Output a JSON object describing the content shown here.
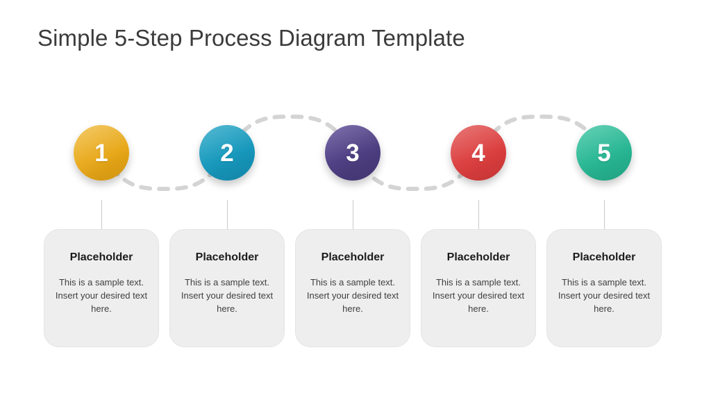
{
  "slide": {
    "title": "Simple 5-Step Process Diagram Template",
    "background_color": "#ffffff"
  },
  "connector": {
    "style": "dashed-wave",
    "color": "#d4d4d4",
    "dash_pattern": "13 13",
    "stroke_width": 6
  },
  "steps": [
    {
      "number": "1",
      "color": "#e6a515",
      "color_light": "#f0bb3d",
      "heading": "Placeholder",
      "body": "This is a sample text. Insert your desired text here."
    },
    {
      "number": "2",
      "color": "#1595ba",
      "color_light": "#27a7c6",
      "heading": "Placeholder",
      "body": "This is a sample text. Insert your desired text here."
    },
    {
      "number": "3",
      "color": "#4b3c7e",
      "color_light": "#5b4a94",
      "heading": "Placeholder",
      "body": "This is a sample text. Insert your desired text here."
    },
    {
      "number": "4",
      "color": "#da3c3c",
      "color_light": "#e25353",
      "heading": "Placeholder",
      "body": "This is a sample text. Insert your desired text here."
    },
    {
      "number": "5",
      "color": "#26b491",
      "color_light": "#3cc4a2",
      "heading": "Placeholder",
      "body": "This is a sample text. Insert your desired text here."
    }
  ]
}
